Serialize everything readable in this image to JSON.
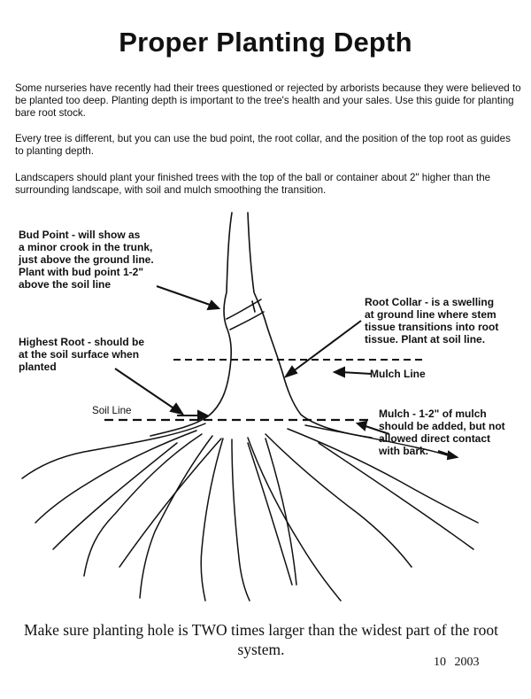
{
  "page": {
    "title": "Proper Planting Depth",
    "intro": [
      "Some nurseries have recently had their trees questioned or rejected by arborists because they were believed to be planted too deep.  Planting depth is important to the tree's health and your sales. Use this guide for planting bare root stock.",
      "Every tree is different, but you can use the bud point, the root collar, and the position of the top root as guides to planting depth.",
      "Landscapers should plant your finished trees with the top of the ball or container about 2\" higher than the surrounding landscape, with soil and mulch smoothing the transition."
    ]
  },
  "diagram": {
    "labels": {
      "bud_point": "Bud Point - will show as\na minor crook in the trunk,\njust above the ground line.\nPlant with bud point 1-2\"\nabove the soil line",
      "root_collar": "Root Collar - is a swelling\nat ground line where stem\ntissue transitions into root\ntissue.  Plant at soil line.",
      "highest_root": "Highest Root - should be\nat the soil surface when\nplanted",
      "mulch_line": "Mulch Line",
      "soil_line": "Soil Line",
      "mulch": "Mulch - 1-2\" of mulch\nshould be added, but not\nallowed direct contact\nwith bark."
    }
  },
  "footer": {
    "note": "Make sure planting hole is TWO times larger than the widest part of the root system.",
    "date": "10  2003"
  }
}
